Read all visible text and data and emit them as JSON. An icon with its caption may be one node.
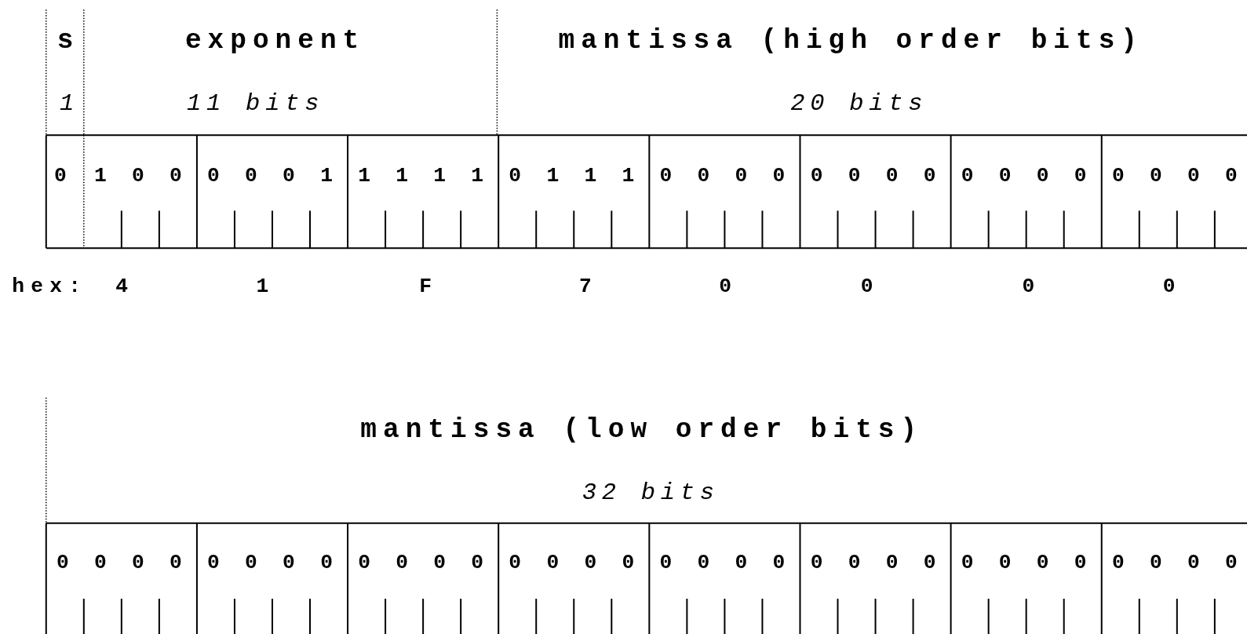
{
  "diagram": {
    "labels": [
      "s",
      "exponent",
      "mantissa (high order bits)",
      "1",
      "11 bits",
      "20 bits",
      "0",
      "1 0 0",
      "0 0 0 1",
      "1 1 1 1",
      "0 1 1 1",
      "0 0 0 0",
      "0 0 0 0",
      "0 0 0 0",
      "0 0 0 0",
      "hex:",
      "4",
      "1",
      "F",
      "7",
      "0",
      "0",
      "0",
      "0",
      "mantissa (low order bits)",
      "32 bits",
      "0 0 0 0",
      "0 0 0 0",
      "0 0 0 0",
      "0 0 0 0",
      "0 0 0 0",
      "0 0 0 0",
      "0 0 0 0",
      "0 0 0 0"
    ]
  }
}
